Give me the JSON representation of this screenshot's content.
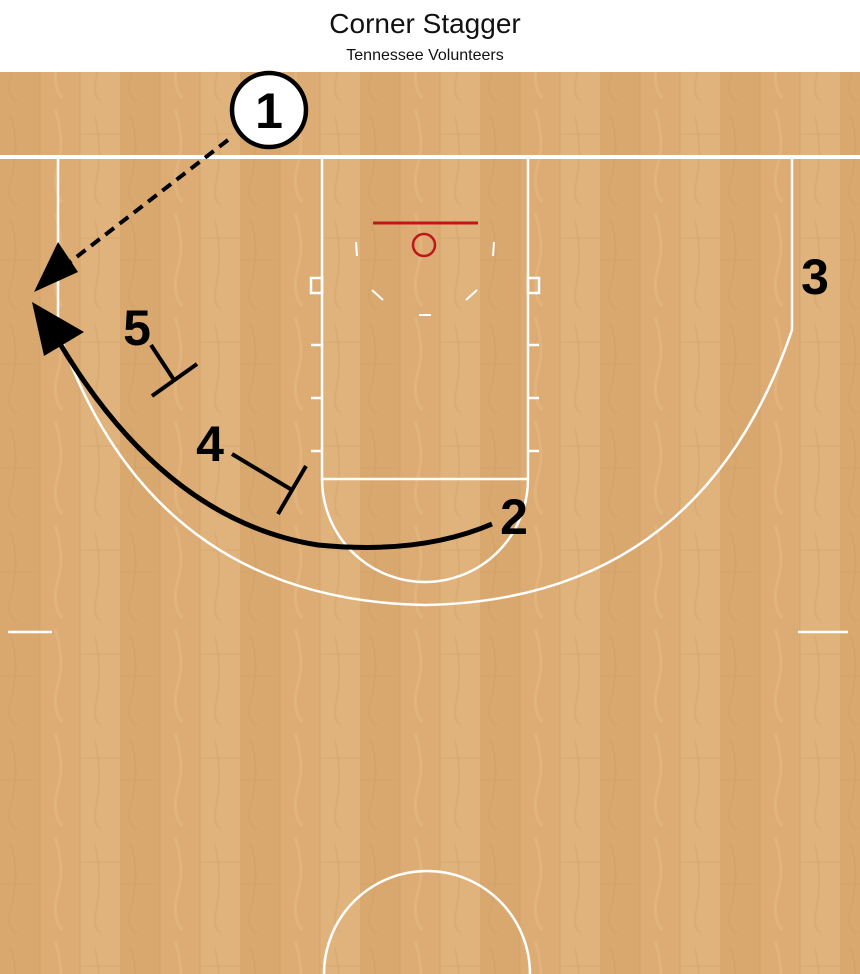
{
  "title": "Corner Stagger",
  "subtitle": "Tennessee Volunteers",
  "colors": {
    "court_wood": "#dcac74",
    "court_wood_dark": "#cf9d63",
    "court_lines": "#ffffff",
    "rim": "#c0161b",
    "action_lines": "#000000"
  },
  "players": [
    {
      "label": "1",
      "circled": true
    },
    {
      "label": "2",
      "circled": false
    },
    {
      "label": "3",
      "circled": false
    },
    {
      "label": "4",
      "circled": false
    },
    {
      "label": "5",
      "circled": false
    }
  ],
  "actions": [
    {
      "type": "pass",
      "style": "dashed-arrow",
      "from": "1",
      "to": "2"
    },
    {
      "type": "cut",
      "style": "solid-arrow",
      "player": "2"
    },
    {
      "type": "screen",
      "style": "screen",
      "player": "4"
    },
    {
      "type": "screen",
      "style": "screen",
      "player": "5"
    }
  ]
}
